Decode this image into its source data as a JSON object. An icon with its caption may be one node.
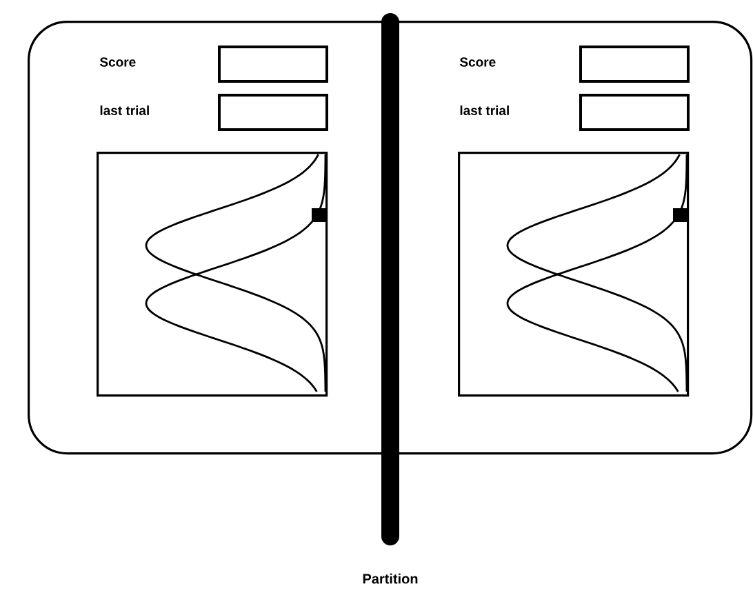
{
  "diagram": {
    "nodes": [
      {
        "text": [],
        "shape": "box"
      },
      {
        "text": [],
        "shape": "box",
        "in": 0
      },
      {
        "text": [],
        "shape": "box",
        "in": 0
      },
      {
        "text": [],
        "shape": "picture",
        "in": 0
      },
      {
        "text": [],
        "shape": "box",
        "in": 0
      },
      {
        "text": [],
        "shape": "box",
        "in": 0
      },
      {
        "text": [],
        "shape": "picture",
        "in": 0
      },
      {
        "text": [],
        "shape": "bar",
        "beside": [
          "Partition"
        ]
      }
    ],
    "labels": [
      "Score",
      "last trial",
      "Score",
      "last trial"
    ]
  }
}
